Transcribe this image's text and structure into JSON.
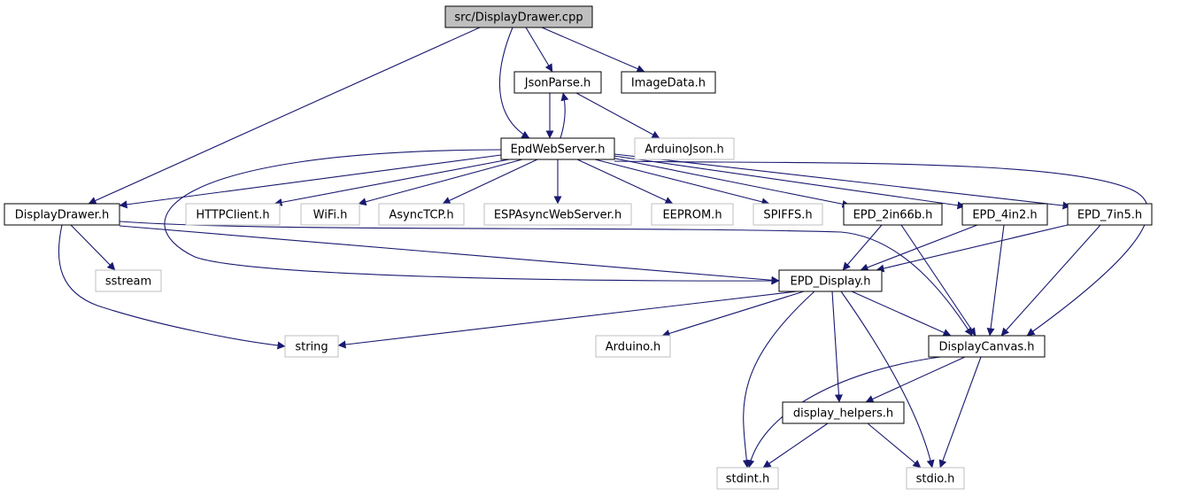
{
  "diagram": {
    "title": "",
    "colors": {
      "edge": "#191970",
      "node_border": "#000000",
      "external_border": "#bfbfbf",
      "root_fill": "#bfbfbf",
      "fill": "#ffffff",
      "text": "#000000"
    },
    "nodes": [
      {
        "id": "root",
        "label": "src/DisplayDrawer.cpp",
        "kind": "root"
      },
      {
        "id": "jsonparse",
        "label": "JsonParse.h",
        "kind": "local"
      },
      {
        "id": "imagedata",
        "label": "ImageData.h",
        "kind": "local"
      },
      {
        "id": "epdwebserver",
        "label": "EpdWebServer.h",
        "kind": "local"
      },
      {
        "id": "arduinojson",
        "label": "ArduinoJson.h",
        "kind": "external"
      },
      {
        "id": "displaydrawer",
        "label": "DisplayDrawer.h",
        "kind": "local"
      },
      {
        "id": "httpclient",
        "label": "HTTPClient.h",
        "kind": "external"
      },
      {
        "id": "wifi",
        "label": "WiFi.h",
        "kind": "external"
      },
      {
        "id": "asynctcp",
        "label": "AsyncTCP.h",
        "kind": "external"
      },
      {
        "id": "espasync",
        "label": "ESPAsyncWebServer.h",
        "kind": "external"
      },
      {
        "id": "eeprom",
        "label": "EEPROM.h",
        "kind": "external"
      },
      {
        "id": "spiffs",
        "label": "SPIFFS.h",
        "kind": "external"
      },
      {
        "id": "epd2in66b",
        "label": "EPD_2in66b.h",
        "kind": "local"
      },
      {
        "id": "epd4in2",
        "label": "EPD_4in2.h",
        "kind": "local"
      },
      {
        "id": "epd7in5",
        "label": "EPD_7in5.h",
        "kind": "local"
      },
      {
        "id": "sstream",
        "label": "sstream",
        "kind": "external"
      },
      {
        "id": "epddisplay",
        "label": "EPD_Display.h",
        "kind": "local"
      },
      {
        "id": "string",
        "label": "string",
        "kind": "external"
      },
      {
        "id": "arduino",
        "label": "Arduino.h",
        "kind": "external"
      },
      {
        "id": "displaycanvas",
        "label": "DisplayCanvas.h",
        "kind": "local"
      },
      {
        "id": "displayhelpers",
        "label": "display_helpers.h",
        "kind": "local"
      },
      {
        "id": "stdint",
        "label": "stdint.h",
        "kind": "external"
      },
      {
        "id": "stdio",
        "label": "stdio.h",
        "kind": "external"
      }
    ],
    "edges": [
      {
        "from": "root",
        "to": "displaydrawer"
      },
      {
        "from": "root",
        "to": "jsonparse"
      },
      {
        "from": "root",
        "to": "imagedata"
      },
      {
        "from": "root",
        "to": "epdwebserver"
      },
      {
        "from": "jsonparse",
        "to": "epdwebserver"
      },
      {
        "from": "jsonparse",
        "to": "arduinojson"
      },
      {
        "from": "epdwebserver",
        "to": "jsonparse"
      },
      {
        "from": "epdwebserver",
        "to": "displaydrawer"
      },
      {
        "from": "epdwebserver",
        "to": "httpclient"
      },
      {
        "from": "epdwebserver",
        "to": "wifi"
      },
      {
        "from": "epdwebserver",
        "to": "asynctcp"
      },
      {
        "from": "epdwebserver",
        "to": "espasync"
      },
      {
        "from": "epdwebserver",
        "to": "eeprom"
      },
      {
        "from": "epdwebserver",
        "to": "spiffs"
      },
      {
        "from": "epdwebserver",
        "to": "epd2in66b"
      },
      {
        "from": "epdwebserver",
        "to": "epd4in2"
      },
      {
        "from": "epdwebserver",
        "to": "epd7in5"
      },
      {
        "from": "epdwebserver",
        "to": "epddisplay"
      },
      {
        "from": "epdwebserver",
        "to": "displaycanvas"
      },
      {
        "from": "displaydrawer",
        "to": "sstream"
      },
      {
        "from": "displaydrawer",
        "to": "string"
      },
      {
        "from": "displaydrawer",
        "to": "epddisplay"
      },
      {
        "from": "displaydrawer",
        "to": "displaycanvas"
      },
      {
        "from": "epd2in66b",
        "to": "epddisplay"
      },
      {
        "from": "epd2in66b",
        "to": "displaycanvas"
      },
      {
        "from": "epd4in2",
        "to": "epddisplay"
      },
      {
        "from": "epd4in2",
        "to": "displaycanvas"
      },
      {
        "from": "epd7in5",
        "to": "epddisplay"
      },
      {
        "from": "epd7in5",
        "to": "displaycanvas"
      },
      {
        "from": "epddisplay",
        "to": "string"
      },
      {
        "from": "epddisplay",
        "to": "arduino"
      },
      {
        "from": "epddisplay",
        "to": "displaycanvas"
      },
      {
        "from": "epddisplay",
        "to": "displayhelpers"
      },
      {
        "from": "epddisplay",
        "to": "stdint"
      },
      {
        "from": "epddisplay",
        "to": "stdio"
      },
      {
        "from": "displaycanvas",
        "to": "displayhelpers"
      },
      {
        "from": "displaycanvas",
        "to": "stdint"
      },
      {
        "from": "displaycanvas",
        "to": "stdio"
      },
      {
        "from": "displayhelpers",
        "to": "stdint"
      },
      {
        "from": "displayhelpers",
        "to": "stdio"
      }
    ]
  }
}
